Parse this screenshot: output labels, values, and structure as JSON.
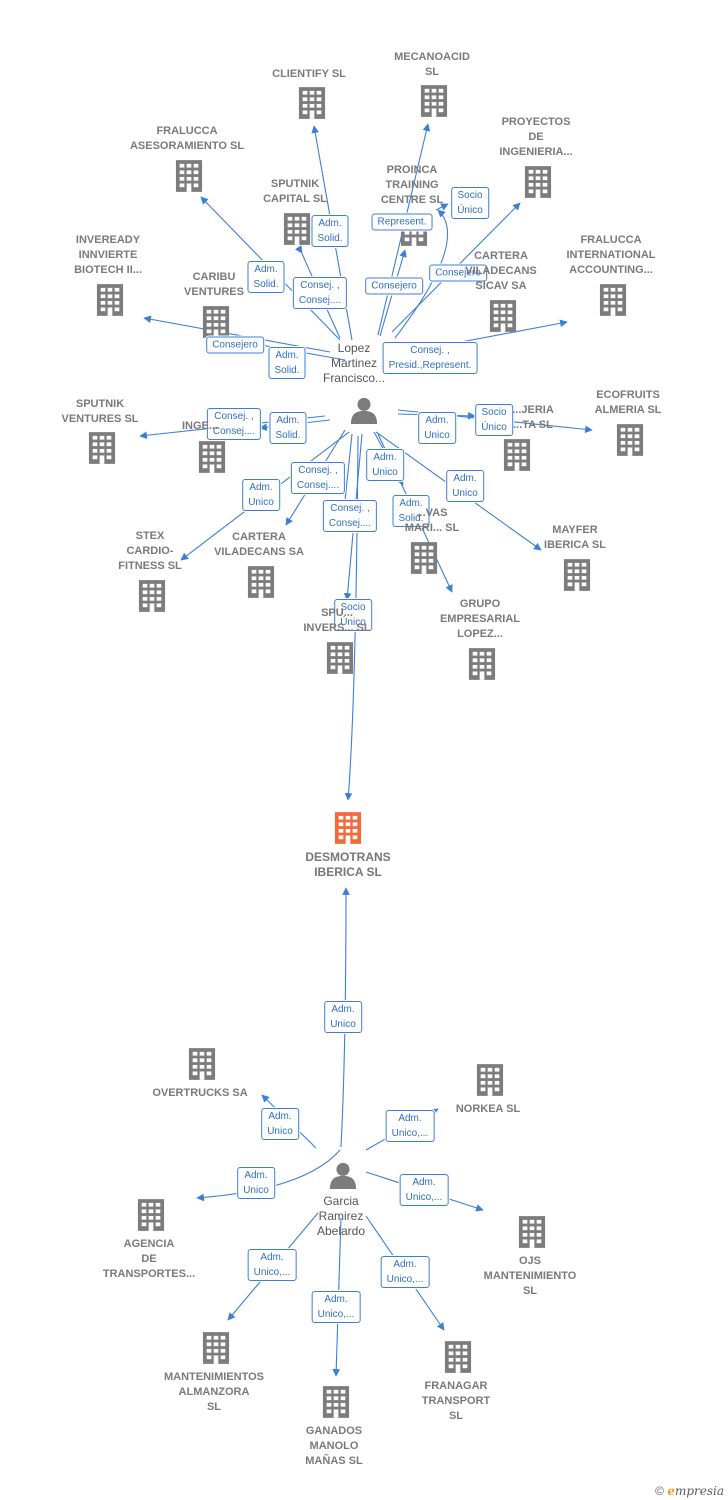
{
  "colors": {
    "company": "#7c7c7c",
    "focus": "#f26a3a",
    "person": "#7c7c7c",
    "edge": "#3d7fd6",
    "edge_label_text": "#2f6fc7"
  },
  "focus_company": {
    "label": "DESMOTRANS\nIBERICA  SL",
    "icon": "building-icon"
  },
  "people": [
    {
      "id": "p1",
      "label": "Lopez\nMartinez\nFrancisco...",
      "icon": "person-icon"
    },
    {
      "id": "p2",
      "label": "Garcia\nRamirez\nAbelardo",
      "icon": "person-icon"
    }
  ],
  "companies": [
    {
      "id": "c1",
      "label": "CLIENTIFY  SL"
    },
    {
      "id": "c2",
      "label": "MECANOACID\nSL"
    },
    {
      "id": "c3",
      "label": "FRALUCCA\nASESORAMIENTO SL"
    },
    {
      "id": "c4",
      "label": "PROYECTOS\nDE\nINGENIERIA..."
    },
    {
      "id": "c5",
      "label": "SPUTNIK\nCAPITAL SL"
    },
    {
      "id": "c6",
      "label": "PROINCA\nTRAINING\nCENTRE SL"
    },
    {
      "id": "c7",
      "label": "INVEREADY\nINNVIERTE\nBIOTECH II..."
    },
    {
      "id": "c8",
      "label": "CARIBU\nVENTURES"
    },
    {
      "id": "c9",
      "label": "CARTERA\nVILADECANS\nSICAV SA"
    },
    {
      "id": "c10",
      "label": "FRALUCCA\nINTERNATIONAL\nACCOUNTING..."
    },
    {
      "id": "c11",
      "label": "SPUTNIK\nVENTURES SL"
    },
    {
      "id": "c12",
      "label": "INGE..."
    },
    {
      "id": "c13",
      "label": "...JERIA\n...TA  SL"
    },
    {
      "id": "c14",
      "label": "ECOFRUITS\nALMERIA  SL"
    },
    {
      "id": "c15",
      "label": "STEX\nCARDIO-\nFITNESS SL"
    },
    {
      "id": "c16",
      "label": "CARTERA\nVILADECANS SA"
    },
    {
      "id": "c17",
      "label": "...VAS\nMARI...  SL"
    },
    {
      "id": "c18",
      "label": "MAYFER\nIBERICA  SL"
    },
    {
      "id": "c19",
      "label": "SPU...\nINVERS...  SL"
    },
    {
      "id": "c20",
      "label": "GRUPO\nEMPRESARIAL\nLOPEZ..."
    },
    {
      "id": "c21",
      "label": "OVERTRUCKS SA"
    },
    {
      "id": "c22",
      "label": "NORKEA SL"
    },
    {
      "id": "c23",
      "label": "AGENCIA\nDE\nTRANSPORTES..."
    },
    {
      "id": "c24",
      "label": "OJS\nMANTENIMIENTO\nSL"
    },
    {
      "id": "c25",
      "label": "MANTENIMIENTOS\nALMANZORA\nSL"
    },
    {
      "id": "c26",
      "label": "GANADOS\nMANOLO\nMAÑAS SL"
    },
    {
      "id": "c27",
      "label": "FRANAGAR\nTRANSPORT\nSL"
    }
  ],
  "edge_labels": [
    {
      "id": "e1",
      "text": "Adm.\nSolid."
    },
    {
      "id": "e2",
      "text": "Represent."
    },
    {
      "id": "e3",
      "text": "Socio\nÚnico"
    },
    {
      "id": "e4",
      "text": "Adm.\nSolid."
    },
    {
      "id": "e5",
      "text": "Consej. ,\nConsej...."
    },
    {
      "id": "e6",
      "text": "Consejero"
    },
    {
      "id": "e7",
      "text": "Consejero"
    },
    {
      "id": "e8",
      "text": "Consejero"
    },
    {
      "id": "e9",
      "text": "Adm.\nSolid."
    },
    {
      "id": "e10",
      "text": "Consej. ,\nPresid.,Represent."
    },
    {
      "id": "e11",
      "text": "Consej. ,\nConsej...."
    },
    {
      "id": "e12",
      "text": "Adm.\nSolid."
    },
    {
      "id": "e13",
      "text": "Adm.\nUnico"
    },
    {
      "id": "e14",
      "text": "Socio\nÚnico"
    },
    {
      "id": "e15",
      "text": "Consej. ,\nConsej...."
    },
    {
      "id": "e16",
      "text": "Adm.\nUnico"
    },
    {
      "id": "e17",
      "text": "Adm.\nUnico"
    },
    {
      "id": "e18",
      "text": "Adm.\nUnico"
    },
    {
      "id": "e19",
      "text": "Consej. ,\nConsej...."
    },
    {
      "id": "e20",
      "text": "Adm.\nSolid."
    },
    {
      "id": "e21",
      "text": "Socio\nÚnico"
    },
    {
      "id": "e22",
      "text": "Adm.\nUnico"
    },
    {
      "id": "e23",
      "text": "Adm.\nUnico"
    },
    {
      "id": "e24",
      "text": "Adm.\nUnico,..."
    },
    {
      "id": "e25",
      "text": "Adm.\nUnico"
    },
    {
      "id": "e26",
      "text": "Adm.\nUnico,..."
    },
    {
      "id": "e27",
      "text": "Adm.\nUnico,..."
    },
    {
      "id": "e28",
      "text": "Adm.\nUnico,..."
    },
    {
      "id": "e29",
      "text": "Adm.\nUnico,..."
    }
  ],
  "footer": {
    "copyright": "©",
    "brand_initial": "e",
    "brand_rest": "mpresia"
  }
}
